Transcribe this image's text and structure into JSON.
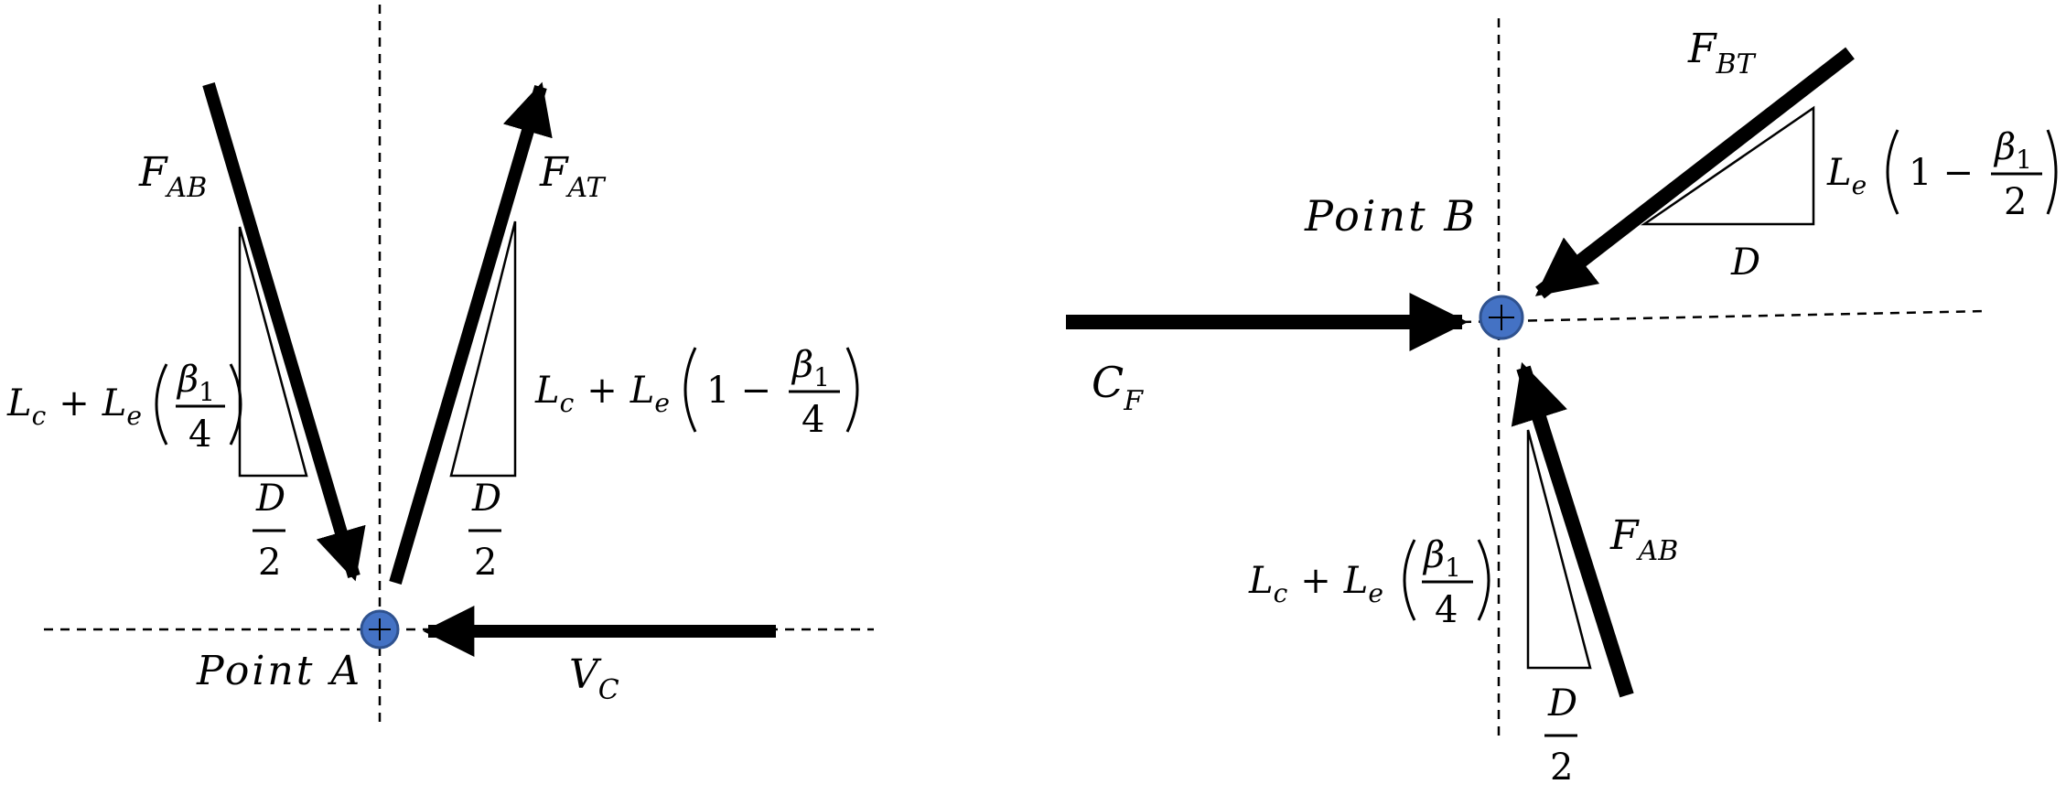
{
  "colors": {
    "ink": "#000000",
    "node_fill": "#4472C4",
    "node_stroke": "#2F528F",
    "background": "#FFFFFF"
  },
  "left": {
    "point_label": "Point A",
    "force_left": {
      "sym": "F",
      "sub": "AB"
    },
    "force_right": {
      "sym": "F",
      "sub": "AT"
    },
    "force_horizontal": {
      "sym": "V",
      "sub": "C"
    },
    "lever_left": {
      "lc": "L",
      "lc_sub": "c",
      "plus": "+",
      "le": "L",
      "le_sub": "e",
      "frac_num": "β",
      "frac_num_sub": "1",
      "frac_den": "4"
    },
    "lever_right": {
      "lc": "L",
      "lc_sub": "c",
      "plus": "+",
      "le": "L",
      "le_sub": "e",
      "one": "1",
      "minus": "−",
      "frac_num": "β",
      "frac_num_sub": "1",
      "frac_den": "4"
    },
    "base_left": {
      "num": "D",
      "den": "2"
    },
    "base_right": {
      "num": "D",
      "den": "2"
    }
  },
  "right": {
    "point_label": "Point B",
    "force_top": {
      "sym": "F",
      "sub": "BT"
    },
    "force_bottom": {
      "sym": "F",
      "sub": "AB"
    },
    "force_horizontal": {
      "sym": "C",
      "sub": "F"
    },
    "lever_top": {
      "le": "L",
      "le_sub": "e",
      "one": "1",
      "minus": "−",
      "frac_num": "β",
      "frac_num_sub": "1",
      "frac_den": "2"
    },
    "base_top": "D",
    "lever_bottom": {
      "lc": "L",
      "lc_sub": "c",
      "plus": "+",
      "le": "L",
      "le_sub": "e",
      "frac_num": "β",
      "frac_num_sub": "1",
      "frac_den": "4"
    },
    "base_bottom": {
      "num": "D",
      "den": "2"
    }
  }
}
